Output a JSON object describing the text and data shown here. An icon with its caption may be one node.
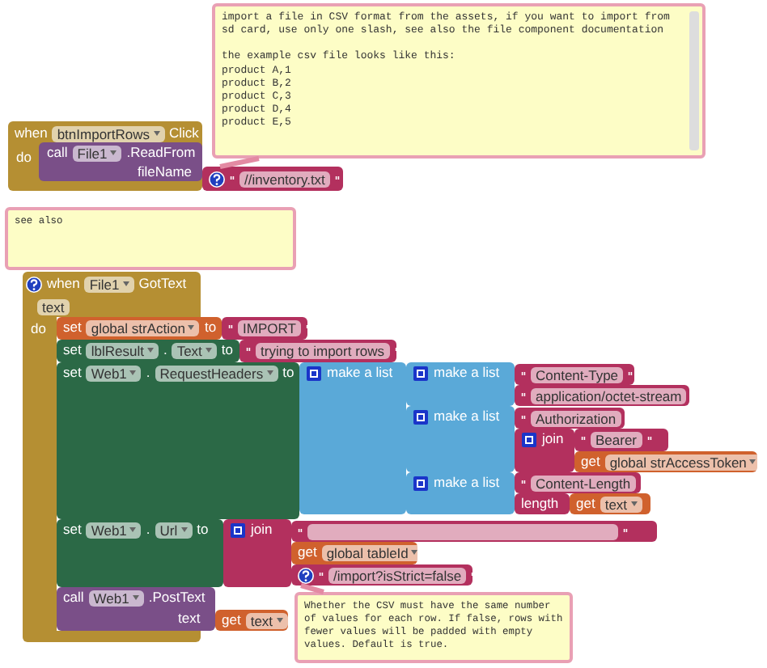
{
  "diagram": {
    "nodes": [
      {
        "text": [
          "import a file in CSV format from the assets, if you want to import from sd card, use only one slash, see also the file component documentation",
          "the example csv file looks like this:",
          "product A,1",
          "product B,2",
          "product C,3",
          "product D,4",
          "product E,5"
        ]
      },
      {
        "text": [
          "when",
          "btnImportRows",
          "Click",
          "do"
        ]
      },
      {
        "text": [
          "call",
          "File1",
          ".ReadFrom",
          "fileName"
        ],
        "in": 1
      },
      {
        "text": [
          "//inventory.txt"
        ]
      },
      {
        "text": [
          "see also"
        ]
      },
      {
        "text": [
          "when",
          "File1",
          "GotText",
          "text",
          "do"
        ]
      },
      {
        "text": [
          "set",
          "global strAction",
          "to"
        ]
      },
      {
        "text": [
          "IMPORT"
        ]
      },
      {
        "text": [
          "set",
          "lblResult",
          ".",
          "Text",
          "to"
        ]
      },
      {
        "text": [
          "trying to import rows"
        ]
      },
      {
        "text": [
          "set",
          "Web1",
          ".",
          "RequestHeaders",
          "to"
        ]
      },
      {
        "text": [
          "make a list"
        ]
      },
      {
        "text": [
          "make a list"
        ]
      },
      {
        "text": [
          "Content-Type"
        ]
      },
      {
        "text": [
          "application/octet-stream"
        ]
      },
      {
        "text": [
          "make a list"
        ]
      },
      {
        "text": [
          "Authorization"
        ]
      },
      {
        "text": [
          "join"
        ]
      },
      {
        "text": [
          "Bearer"
        ]
      },
      {
        "text": [
          "get",
          "global strAccessToken"
        ]
      },
      {
        "text": [
          "make a list"
        ]
      },
      {
        "text": [
          "Content-Length"
        ]
      },
      {
        "text": [
          "length"
        ]
      },
      {
        "text": [
          "get",
          "text"
        ]
      },
      {
        "text": [
          "set",
          "Web1",
          ".",
          "Url",
          "to"
        ]
      },
      {
        "text": [
          "join"
        ]
      },
      {
        "text": [],
        "shape": "box"
      },
      {
        "text": [
          "get",
          "global tableId"
        ]
      },
      {
        "text": [
          "/import?isStrict=false"
        ]
      },
      {
        "text": [
          "Whether the CSV must have the same number of values for each row. If false, rows with fewer values will be padded with empty values. Default is true."
        ]
      },
      {
        "text": [
          "call",
          "Web1",
          ".PostText",
          "text"
        ]
      },
      {
        "text": [
          "get",
          "text"
        ]
      }
    ],
    "edges": [
      {
        "from": 3,
        "to": 0,
        "arrow": "none"
      },
      {
        "from": 28,
        "to": 29,
        "arrow": "none"
      }
    ]
  }
}
